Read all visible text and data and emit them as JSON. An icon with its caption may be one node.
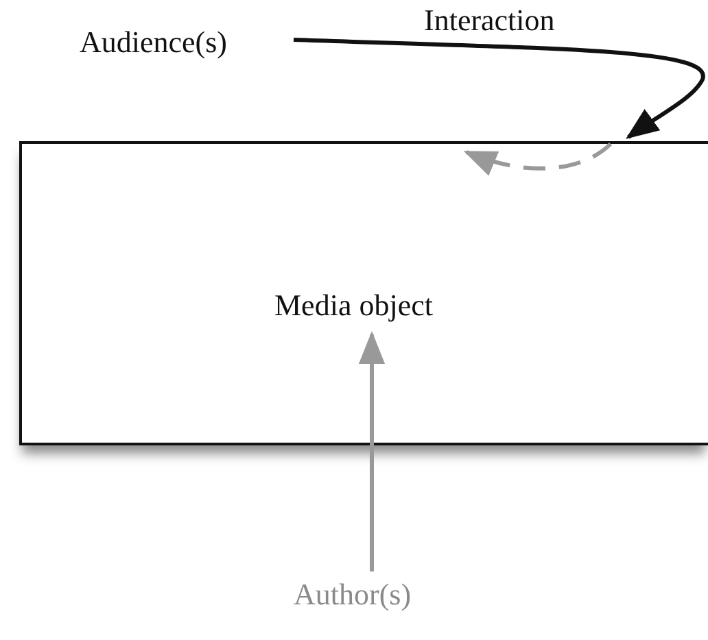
{
  "diagram": {
    "nodes": [
      {
        "text": [
          "Audience(s)"
        ]
      },
      {
        "text": [
          "Media object"
        ]
      },
      {
        "text": [
          "Author(s)"
        ]
      }
    ],
    "edges": [
      {
        "from": 0,
        "to": 1,
        "label": "Interaction",
        "arrow": "to",
        "color": "#111111"
      },
      {
        "from": 1,
        "to": 1,
        "arrow": "to",
        "style": "dashed",
        "color": "#999999"
      },
      {
        "from": 2,
        "to": 1,
        "arrow": "to",
        "color": "#999999"
      }
    ]
  }
}
